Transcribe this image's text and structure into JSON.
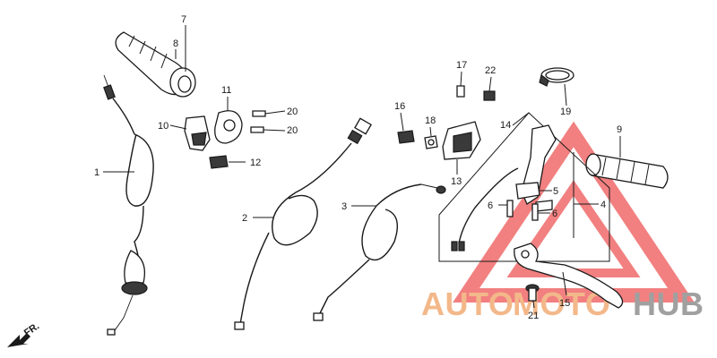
{
  "callouts": {
    "c1": "1",
    "c2": "2",
    "c3": "3",
    "c4": "4",
    "c5": "5",
    "c6a": "6",
    "c6b": "6",
    "c7": "7",
    "c8": "8",
    "c9": "9",
    "c10": "10",
    "c11": "11",
    "c12": "12",
    "c13": "13",
    "c14": "14",
    "c15": "15",
    "c16": "16",
    "c17": "17",
    "c18": "18",
    "c19": "19",
    "c20a": "20",
    "c20b": "20",
    "c21": "21",
    "c22": "22"
  },
  "direction_marker": {
    "label": "FR."
  },
  "watermark": {
    "word_auto": "AUTO",
    "word_moto": "MOTO",
    "word_hub": "HUB",
    "colors": {
      "auto": "#f3b88a",
      "moto": "#f3b88a",
      "hub": "#a0a0a0",
      "triangle": "#f06a6a"
    }
  }
}
